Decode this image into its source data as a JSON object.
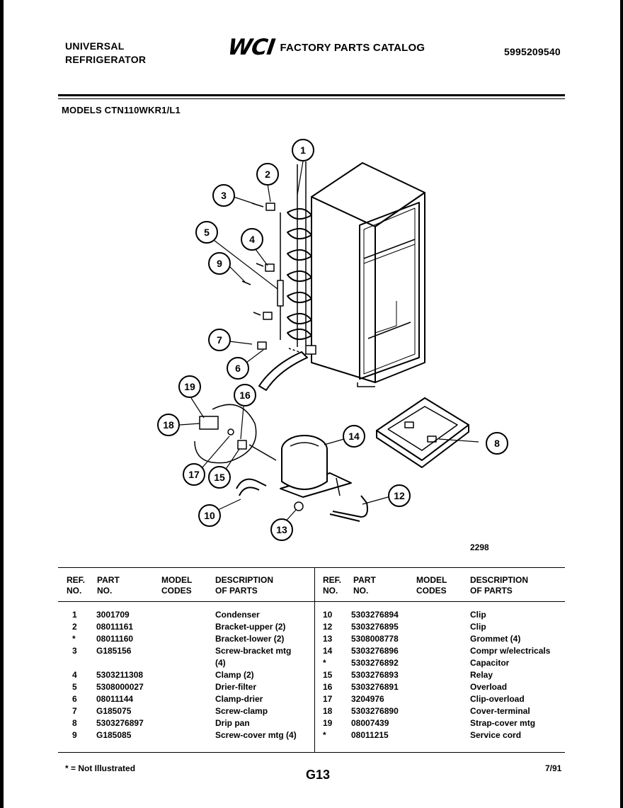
{
  "header": {
    "brand_line1": "UNIVERSAL",
    "brand_line2": "REFRIGERATOR",
    "logo": "WCI",
    "catalog_title": "FACTORY PARTS CATALOG",
    "catalog_number": "5995209540"
  },
  "models": "MODELS CTN110WKR1/L1",
  "diagram": {
    "figure_number": "2298",
    "callouts": [
      "1",
      "2",
      "3",
      "4",
      "5",
      "6",
      "7",
      "8",
      "9",
      "10",
      "12",
      "13",
      "14",
      "15",
      "16",
      "17",
      "18",
      "19"
    ]
  },
  "table": {
    "headers": {
      "ref": "REF.",
      "ref2": "NO.",
      "part": "PART",
      "part2": "NO.",
      "model": "MODEL",
      "model2": "CODES",
      "desc": "DESCRIPTION",
      "desc2": "OF PARTS"
    },
    "left_rows": [
      {
        "ref": "1",
        "part": "3001709",
        "desc": "Condenser"
      },
      {
        "ref": "2",
        "part": "08011161",
        "desc": "Bracket-upper (2)"
      },
      {
        "ref": "*",
        "part": "08011160",
        "desc": "Bracket-lower (2)"
      },
      {
        "ref": "3",
        "part": "G185156",
        "desc": "Screw-bracket mtg"
      },
      {
        "ref": "",
        "part": "",
        "desc": "(4)"
      },
      {
        "ref": "4",
        "part": "5303211308",
        "desc": "Clamp (2)"
      },
      {
        "ref": "5",
        "part": "5308000027",
        "desc": "Drier-filter"
      },
      {
        "ref": "6",
        "part": "08011144",
        "desc": "Clamp-drier"
      },
      {
        "ref": "7",
        "part": "G185075",
        "desc": "Screw-clamp"
      },
      {
        "ref": "8",
        "part": "5303276897",
        "desc": "Drip pan"
      },
      {
        "ref": "9",
        "part": "G185085",
        "desc": "Screw-cover mtg (4)"
      }
    ],
    "right_rows": [
      {
        "ref": "10",
        "part": "5303276894",
        "desc": "Clip"
      },
      {
        "ref": "12",
        "part": "5303276895",
        "desc": "Clip"
      },
      {
        "ref": "13",
        "part": "5308008778",
        "desc": "Grommet (4)"
      },
      {
        "ref": "14",
        "part": "5303276896",
        "desc": "Compr w/electricals"
      },
      {
        "ref": "*",
        "part": "5303276892",
        "desc": "Capacitor"
      },
      {
        "ref": "15",
        "part": "5303276893",
        "desc": "Relay"
      },
      {
        "ref": "16",
        "part": "5303276891",
        "desc": "Overload"
      },
      {
        "ref": "17",
        "part": "3204976",
        "desc": "Clip-overload"
      },
      {
        "ref": "18",
        "part": "5303276890",
        "desc": "Cover-terminal"
      },
      {
        "ref": "19",
        "part": "08007439",
        "desc": "Strap-cover mtg"
      },
      {
        "ref": "*",
        "part": "08011215",
        "desc": "Service cord"
      }
    ]
  },
  "footer": {
    "note": "* = Not Illustrated",
    "page_code": "G13",
    "date": "7/91"
  }
}
